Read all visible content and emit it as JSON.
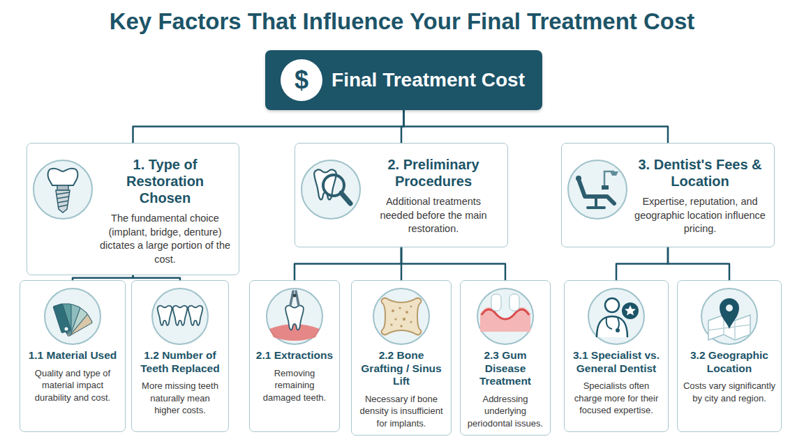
{
  "diagram": {
    "title": "Key Factors That Influence Your Final Treatment Cost",
    "nodes": [
      {
        "text": [
          "Final Treatment Cost"
        ]
      },
      {
        "text": [
          "1. Type of Restoration Chosen",
          "The fundamental choice (implant, bridge, denture) dictates a large portion of the cost."
        ]
      },
      {
        "text": [
          "2. Preliminary Procedures",
          "Additional treatments needed before the main restoration."
        ]
      },
      {
        "text": [
          "3. Dentist's Fees & Location",
          "Expertise, reputation, and geographic location influence pricing."
        ]
      },
      {
        "text": [
          "1.1 Material Used",
          "Quality and type of material impact durability and cost."
        ]
      },
      {
        "text": [
          "1.2 Number of Teeth Replaced",
          "More missing teeth naturally mean higher costs."
        ]
      },
      {
        "text": [
          "2.1 Extractions",
          "Removing remaining damaged teeth."
        ]
      },
      {
        "text": [
          "2.2 Bone Grafting / Sinus Lift",
          "Necessary if bone density is insufficient for implants."
        ]
      },
      {
        "text": [
          "2.3 Gum Disease Treatment",
          "Addressing underlying periodontal issues."
        ]
      },
      {
        "text": [
          "3.1 Specialist vs. General Dentist",
          "Specialists often charge more for their focused expertise."
        ]
      },
      {
        "text": [
          "3.2 Geographic Location",
          "Costs vary significantly by city and region."
        ]
      }
    ],
    "edges": [
      {
        "from": 0,
        "to": 1,
        "arrow": "none"
      },
      {
        "from": 0,
        "to": 2,
        "arrow": "none"
      },
      {
        "from": 0,
        "to": 3,
        "arrow": "none"
      },
      {
        "from": 1,
        "to": 4,
        "arrow": "none"
      },
      {
        "from": 1,
        "to": 5,
        "arrow": "none"
      },
      {
        "from": 2,
        "to": 6,
        "arrow": "none"
      },
      {
        "from": 2,
        "to": 7,
        "arrow": "none"
      },
      {
        "from": 2,
        "to": 8,
        "arrow": "none"
      },
      {
        "from": 3,
        "to": 9,
        "arrow": "none"
      },
      {
        "from": 3,
        "to": 10,
        "arrow": "none"
      }
    ],
    "labels": [
      "$"
    ]
  }
}
